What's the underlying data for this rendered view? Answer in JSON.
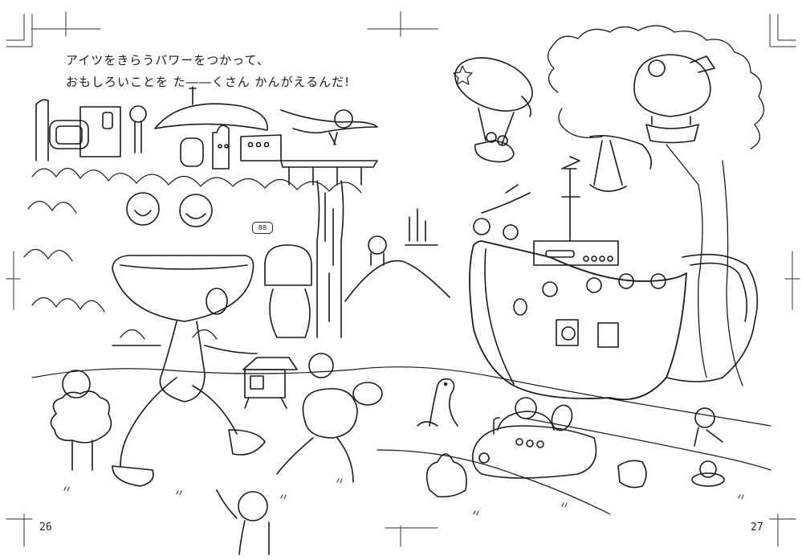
{
  "document": {
    "type": "coloring-book-spread",
    "caption": {
      "line1": "アイツをきらうパワーをつかって、",
      "line2": "おもしろいことを た――くさん かんがえるんだ!"
    },
    "pages": {
      "left_number": "26",
      "right_number": "27"
    },
    "sign_text": "88"
  },
  "scene": {
    "left_page": [
      "futuristic city on cliff",
      "dome building",
      "dragonfly flyer",
      "kids in bowl-shaped walking robot",
      "girl riding cloud creature",
      "boy riding round creature",
      "waving boy",
      "walking house",
      "waterfall",
      "forest"
    ],
    "right_page": [
      "star blimp balloon",
      "treehouse pod",
      "tree-ship with kids",
      "sea serpent",
      "submarine with scientist",
      "child in swim ring",
      "boy running",
      "slide"
    ]
  },
  "colors": {
    "background": "#ffffff",
    "line": "#1a1a1a",
    "crop_marks": "#555555"
  }
}
